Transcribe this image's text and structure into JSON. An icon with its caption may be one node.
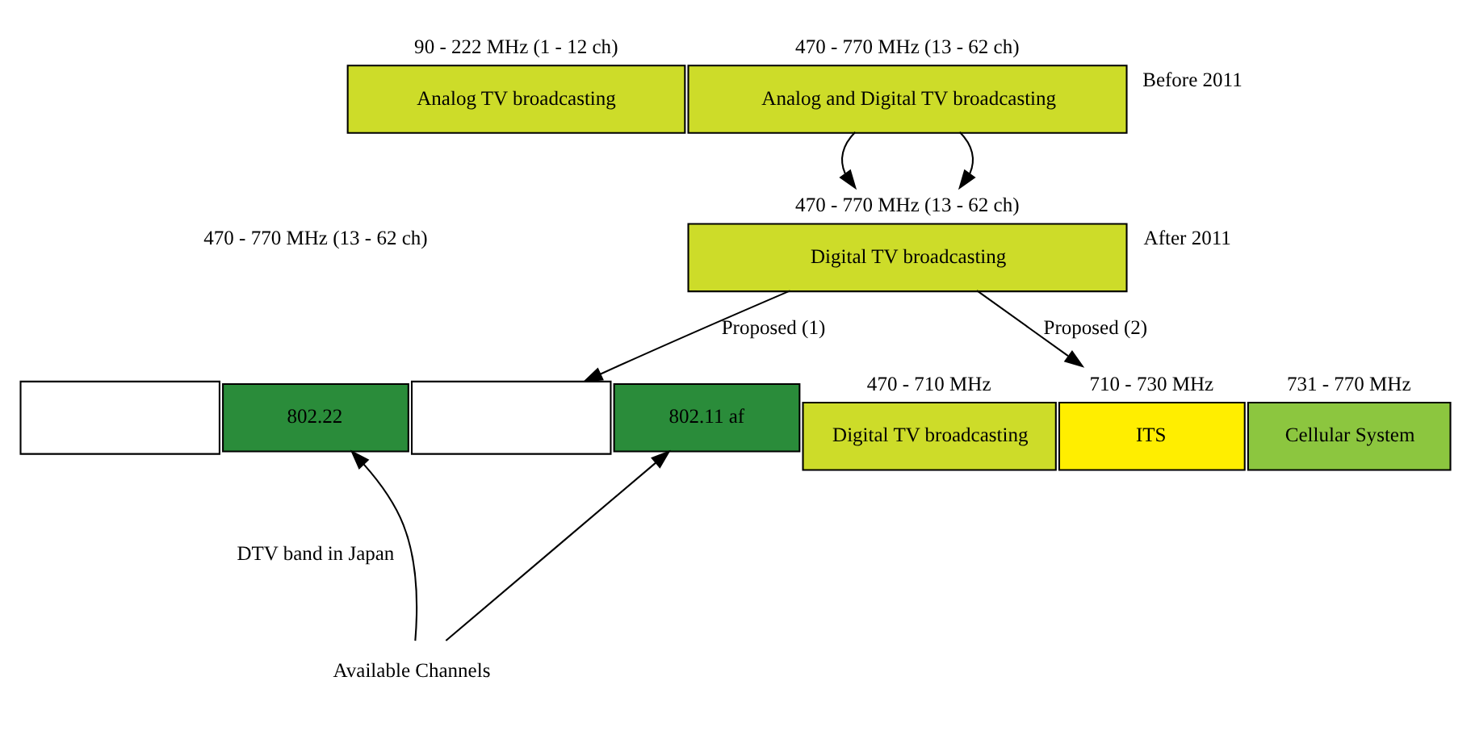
{
  "diagram": {
    "nodes": [
      {
        "text": [
          "Analog TV broadcasting"
        ],
        "beside": [
          "90 - 222 MHz (1 - 12 ch)"
        ]
      },
      {
        "text": [
          "Analog and Digital TV broadcasting"
        ],
        "beside": [
          "470 - 770 MHz (13 - 62 ch)"
        ]
      },
      {
        "text": [
          "Digital TV broadcasting"
        ],
        "beside": [
          "470 - 770 MHz (13 - 62 ch)"
        ]
      },
      {
        "text": [],
        "shape": "box"
      },
      {
        "text": [
          "802.22"
        ]
      },
      {
        "text": [],
        "shape": "box"
      },
      {
        "text": [
          "802.11 af"
        ]
      },
      {
        "text": [
          "Available Channels"
        ]
      },
      {
        "text": [
          "Digital TV broadcasting"
        ],
        "beside": [
          "470 - 710 MHz"
        ]
      },
      {
        "text": [
          "ITS"
        ],
        "beside": [
          "710 - 730 MHz"
        ]
      },
      {
        "text": [
          "Cellular System"
        ],
        "beside": [
          "731 - 770 MHz"
        ]
      }
    ],
    "edges": [
      {
        "from": 1,
        "to": 2,
        "arrow": "to"
      },
      {
        "from": 1,
        "to": 2,
        "arrow": "to"
      },
      {
        "from": 2,
        "to": 5,
        "arrow": "to",
        "label": "Proposed (1)"
      },
      {
        "from": 2,
        "to": 9,
        "arrow": "to",
        "label": "Proposed (2)"
      },
      {
        "from": 7,
        "to": 4,
        "arrow": "to"
      },
      {
        "from": 7,
        "to": 6,
        "arrow": "to"
      }
    ],
    "labels": [
      "Before 2011",
      "After 2011",
      "470 - 770 MHz (13 - 62 ch)",
      "DTV band in Japan"
    ]
  }
}
